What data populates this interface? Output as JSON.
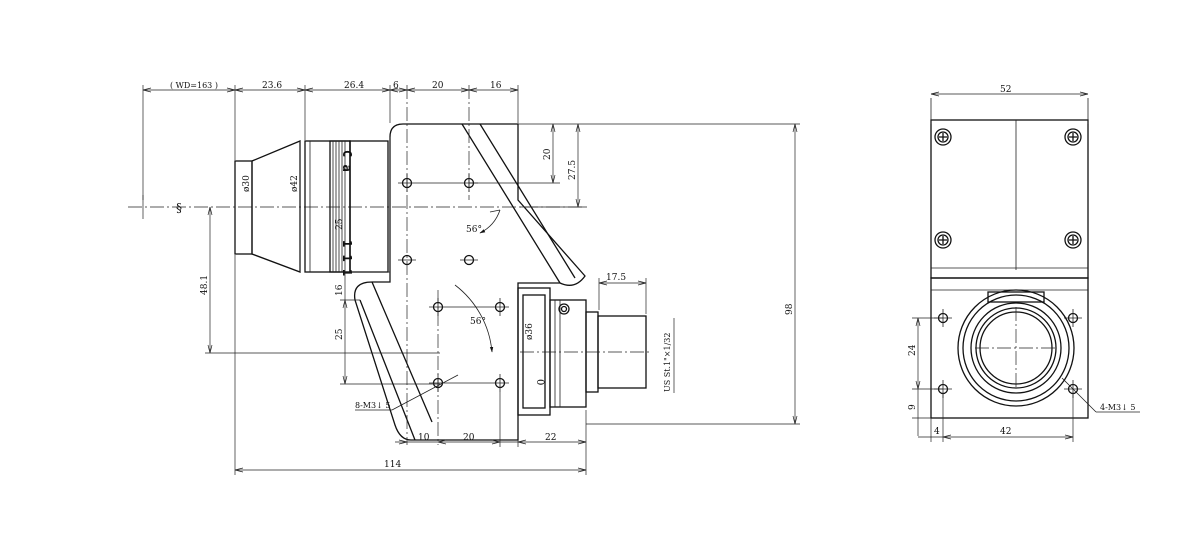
{
  "side_view": {
    "wd_label": "( WD=163 )",
    "dims": {
      "d_23_6": "23.6",
      "d_26_4": "26.4",
      "d_6": "6",
      "d_20_top": "20",
      "d_16_top": "16",
      "d_20_right": "20",
      "d_27_5": "27.5",
      "d_98": "98",
      "d_48_1": "48.1",
      "d_16_left": "16",
      "d_25_upper": "25",
      "d_25_lower": "25",
      "d_10": "10",
      "d_20_bottom": "20",
      "d_22": "22",
      "d_114": "114",
      "d_17_5": "17.5",
      "dia_30": "ø30",
      "dia_42": "ø42",
      "dia_36": "ø36"
    },
    "angles": {
      "upper": "56°",
      "lower": "56°"
    },
    "thread_label": "8-M3↓ 5",
    "lens_mount_label": "US St.1\"×1/32",
    "lens_text_top": "C a",
    "lens_text_bottom": "1 1 1"
  },
  "front_view": {
    "dims": {
      "d_52": "52",
      "d_24": "24",
      "d_9": "9",
      "d_4": "4",
      "d_42": "42"
    },
    "thread_label": "4-M3↓ 5"
  }
}
